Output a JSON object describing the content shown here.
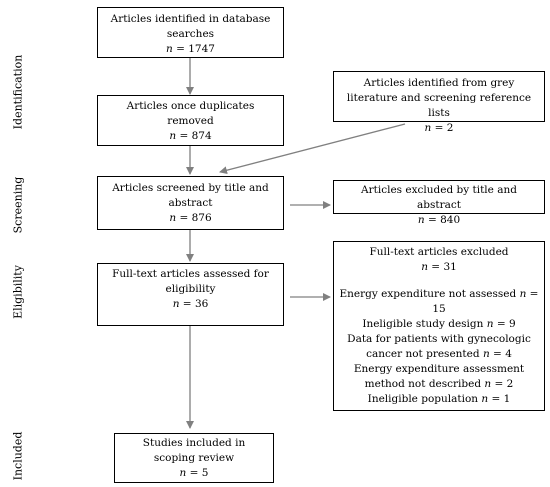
{
  "phases": [
    "Identification",
    "Screening",
    "Eligibility",
    "Included"
  ],
  "boxes": {
    "db_search": {
      "text": "Articles identified in database searches",
      "n": "1747"
    },
    "grey_lit": {
      "text": "Articles identified from grey literature and screening reference lists",
      "n": "2"
    },
    "dedup": {
      "text": "Articles once duplicates removed",
      "n": "874"
    },
    "screened": {
      "text": "Articles screened by title and abstract",
      "n": "876"
    },
    "excluded_ta": {
      "text": "Articles excluded by title and abstract",
      "n": "840"
    },
    "fulltext": {
      "text": "Full-text articles assessed for eligibility",
      "n": "36"
    },
    "excluded_ft": {
      "title": "Full-text articles excluded",
      "n": "31",
      "reasons": [
        {
          "text": "Energy expenditure not assessed",
          "n": "15"
        },
        {
          "text": "Ineligible study design",
          "n": "9"
        },
        {
          "text": "Data for patients with gynecologic cancer not presented",
          "n": "4"
        },
        {
          "text": "Energy expenditure assessment method not described",
          "n": "2"
        },
        {
          "text": "Ineligible population",
          "n": "1"
        }
      ]
    },
    "included": {
      "text": "Studies included in scoping review",
      "n": "5"
    }
  },
  "colors": {
    "box_border": "#000000",
    "arrow": "#808080"
  }
}
